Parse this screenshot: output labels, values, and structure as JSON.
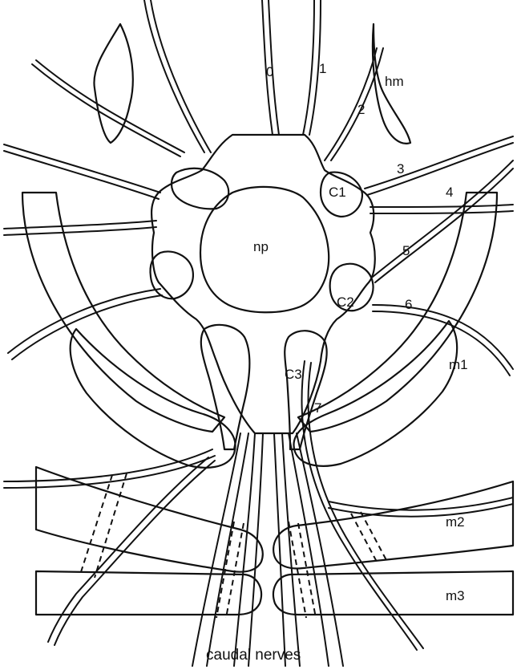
{
  "labels": {
    "nerve_0": "0",
    "nerve_1": "1",
    "nerve_2": "2",
    "nerve_3": "3",
    "nerve_4": "4",
    "nerve_5": "5",
    "nerve_6": "6",
    "nerve_7": "7",
    "hm": "hm",
    "np": "np",
    "c1": "C1",
    "c2": "C2",
    "c3": "C3",
    "m1": "m1",
    "m2": "m2",
    "m3": "m3"
  },
  "caption": "caudal nerves",
  "colors": {
    "stipple_dark": "#bdbdbd",
    "stipple_light": "#dcdcdc",
    "ink": "#111111",
    "background": "#ffffff"
  }
}
